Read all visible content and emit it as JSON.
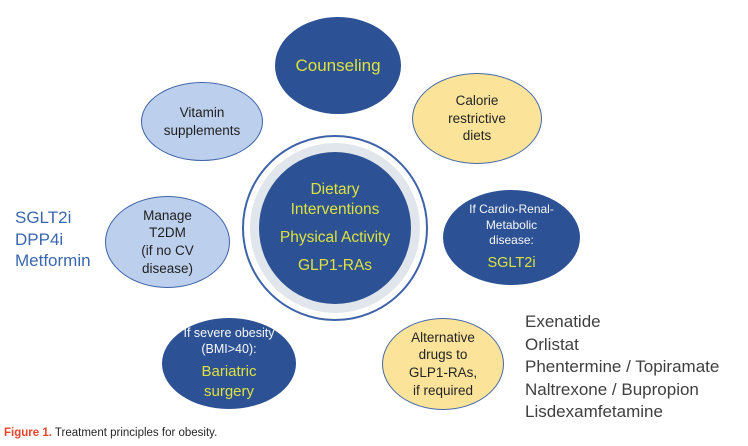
{
  "caption": {
    "label": "Figure 1.",
    "text": " Treatment principles for obesity."
  },
  "center_circle": {
    "line1": "Dietary Interventions",
    "line2": "Physical Activity",
    "line3": "GLP1-RAs"
  },
  "nodes": {
    "counseling": {
      "label": "Counseling"
    },
    "vitamin": {
      "line1": "Vitamin",
      "line2": "supplements"
    },
    "calorie": {
      "line1": "Calorie",
      "line2": "restrictive",
      "line3": "diets"
    },
    "manage_t2dm": {
      "line1": "Manage",
      "line2": "T2DM",
      "line3": "(if no CV",
      "line4": "disease)"
    },
    "cardio_renal": {
      "line1": "If Cardio-Renal-",
      "line2": "Metabolic",
      "line3": "disease:",
      "highlight": "SGLT2i"
    },
    "severe_obesity": {
      "line1": "If severe obesity",
      "line2": "(BMI>40):",
      "highlight1": "Bariatric",
      "highlight2": "surgery"
    },
    "alternative": {
      "line1": "Alternative",
      "line2": "drugs to",
      "line3": "GLP1-RAs,",
      "line4": "if required"
    }
  },
  "side_lists": {
    "t2dm_drugs": [
      "SGLT2i",
      "DPP4i",
      "Metformin"
    ],
    "alternative_drugs": [
      "Exenatide",
      "Orlistat",
      "Phentermine / Topiramate",
      "Naltrexone / Bupropion",
      "Lisdexamfetamine"
    ]
  },
  "colors": {
    "dark_blue_fill": "#2c5194",
    "light_blue_fill": "#bccfec",
    "yellow_fill": "#fbe49a",
    "blue_border": "#3e63a8",
    "accent_yellow_text": "#dde23f",
    "white_text": "#f7f7f7",
    "ring_gray": "#e1e5ec",
    "list_blue_text": "#3a67ae",
    "list_gray_text": "#3f3f3f",
    "caption_red": "#e8442e"
  }
}
